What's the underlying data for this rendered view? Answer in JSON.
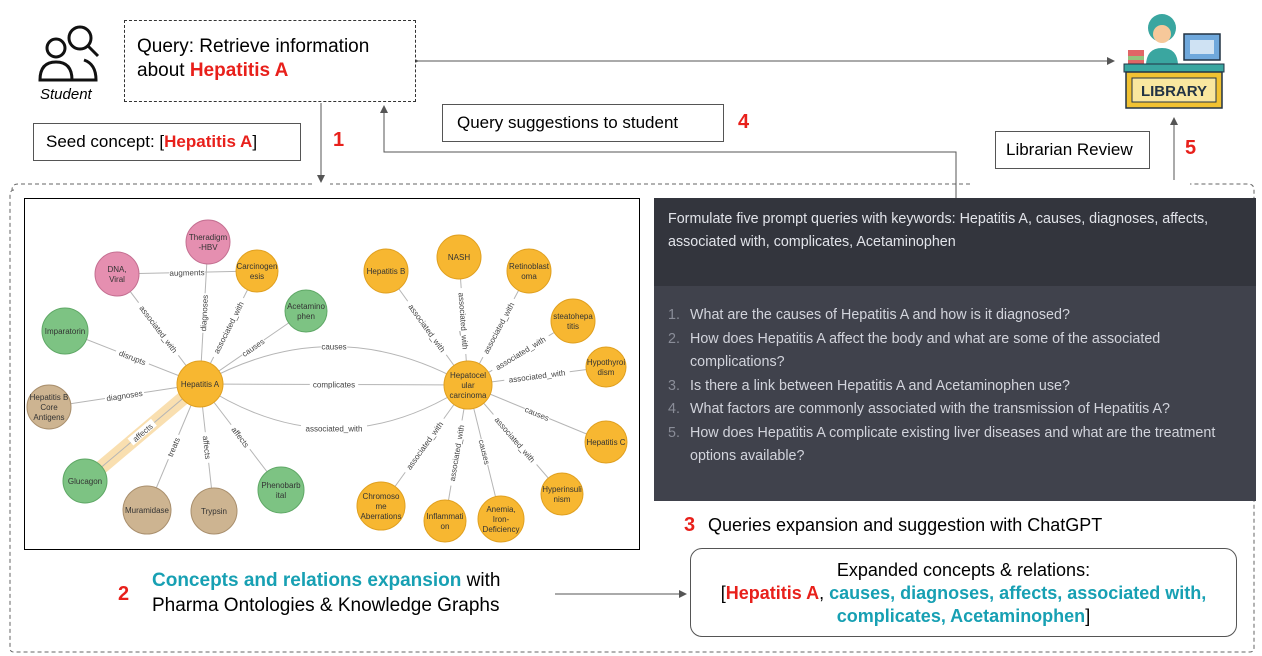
{
  "student": {
    "label": "Student",
    "query_prefix": "Query: Retrieve information about ",
    "query_term": "Hepatitis A"
  },
  "seed": {
    "prefix": "Seed concept: [",
    "term": "Hepatitis A",
    "suffix": "]"
  },
  "steps": {
    "s1": "1",
    "s2": "2",
    "s3": "3",
    "s4": "4",
    "s5": "5"
  },
  "query_suggestions": "Query suggestions to student",
  "librarian_review": "Librarian Review",
  "library_sign": "LIBRARY",
  "step2": {
    "highlight": "Concepts and relations expansion",
    "rest_line1": " with",
    "line2": "Pharma Ontologies & Knowledge Graphs"
  },
  "step3_caption": "Queries expansion and suggestion with ChatGPT",
  "expanded": {
    "title": "Expanded concepts & relations:",
    "open": "[",
    "term": "Hepatitis A",
    "sep": ", ",
    "list1": "causes, diagnoses, affects, associated with,",
    "list2": "complicates, Acetaminophen",
    "close": "]"
  },
  "chat": {
    "prompt": "Formulate five prompt queries with keywords: Hepatitis A, causes, diagnoses, affects, associated with, complicates, Acetaminophen",
    "answers": [
      {
        "n": "1.",
        "text": "What are the causes of Hepatitis A and how is it diagnosed?"
      },
      {
        "n": "2.",
        "text": "How does Hepatitis A affect the body and what are some of the associated complications?"
      },
      {
        "n": "3.",
        "text": "Is there a link between Hepatitis A and Acetaminophen use?"
      },
      {
        "n": "4.",
        "text": "What factors are commonly associated with the transmission of Hepatitis A?"
      },
      {
        "n": "5.",
        "text": "How does Hepatitis A complicate existing liver diseases and what are the treatment options available?"
      }
    ]
  },
  "graph": {
    "colors": {
      "orange": "#f7b731",
      "green": "#7dc383",
      "pink": "#e58fb0",
      "tan": "#cdb491"
    },
    "nodes": [
      {
        "id": "theradigm",
        "l1": "Theradigm",
        "l2": "-HBV",
        "color": "pink"
      },
      {
        "id": "dna",
        "l1": "DNA,",
        "l2": "Viral",
        "color": "pink"
      },
      {
        "id": "carcino",
        "l1": "Carcinogen",
        "l2": "esis",
        "color": "orange"
      },
      {
        "id": "acetamino",
        "l1": "Acetamino",
        "l2": "phen",
        "color": "green"
      },
      {
        "id": "imparatorin",
        "l1": "Imparatorin",
        "l2": "",
        "color": "green"
      },
      {
        "id": "hepA",
        "l1": "Hepatitis A",
        "l2": "",
        "color": "orange"
      },
      {
        "id": "hbcore",
        "l1": "Hepatitis B",
        "l2": "Core",
        "l3": "Antigens",
        "color": "tan"
      },
      {
        "id": "glucagon",
        "l1": "Glucagon",
        "l2": "",
        "color": "green"
      },
      {
        "id": "muramidase",
        "l1": "Muramidase",
        "l2": "",
        "color": "tan"
      },
      {
        "id": "trypsin",
        "l1": "Trypsin",
        "l2": "",
        "color": "tan"
      },
      {
        "id": "phenobarb",
        "l1": "Phenobarb",
        "l2": "ital",
        "color": "green"
      },
      {
        "id": "hepB",
        "l1": "Hepatitis B",
        "l2": "",
        "color": "orange"
      },
      {
        "id": "nash",
        "l1": "NASH",
        "l2": "",
        "color": "orange"
      },
      {
        "id": "retino",
        "l1": "Retinoblast",
        "l2": "oma",
        "color": "orange"
      },
      {
        "id": "steato",
        "l1": "steatohepa",
        "l2": "titis",
        "color": "orange"
      },
      {
        "id": "hypothy",
        "l1": "Hypothyroi",
        "l2": "dism",
        "color": "orange"
      },
      {
        "id": "hcc",
        "l1": "Hepatocel",
        "l2": "ular",
        "l3": "carcinoma",
        "color": "orange"
      },
      {
        "id": "hepC",
        "l1": "Hepatitis C",
        "l2": "",
        "color": "orange"
      },
      {
        "id": "hyperins",
        "l1": "Hyperinsuli",
        "l2": "nism",
        "color": "orange"
      },
      {
        "id": "anemia",
        "l1": "Anemia,",
        "l2": "Iron-",
        "l3": "Deficiency",
        "color": "orange"
      },
      {
        "id": "inflam",
        "l1": "Inflammati",
        "l2": "on",
        "color": "orange"
      },
      {
        "id": "chromo",
        "l1": "Chromoso",
        "l2": "me",
        "l3": "Aberrations",
        "color": "orange"
      }
    ],
    "edges": [
      {
        "from": "dna",
        "to": "carcino",
        "label": "augments"
      },
      {
        "from": "theradigm",
        "to": "hepA",
        "label": "diagnoses"
      },
      {
        "from": "carcino",
        "to": "hepA",
        "label": "associated_with"
      },
      {
        "from": "dna",
        "to": "hepA",
        "label": "associated_with"
      },
      {
        "from": "acetamino",
        "to": "hepA",
        "label": "causes"
      },
      {
        "from": "imparatorin",
        "to": "hepA",
        "label": "disrupts"
      },
      {
        "from": "hbcore",
        "to": "hepA",
        "label": "diagnoses"
      },
      {
        "from": "glucagon",
        "to": "hepA",
        "label": "affects"
      },
      {
        "from": "muramidase",
        "to": "hepA",
        "label": "treats"
      },
      {
        "from": "trypsin",
        "to": "hepA",
        "label": "affects"
      },
      {
        "from": "phenobarb",
        "to": "hepA",
        "label": "affects"
      },
      {
        "from": "hcc",
        "to": "hepA",
        "label": "causes"
      },
      {
        "from": "hcc",
        "to": "hepA",
        "label": "complicates"
      },
      {
        "from": "hcc",
        "to": "hepA",
        "label": "associated_with"
      },
      {
        "from": "hepB",
        "to": "hcc",
        "label": "associated_with"
      },
      {
        "from": "nash",
        "to": "hcc",
        "label": "associated_with"
      },
      {
        "from": "retino",
        "to": "hcc",
        "label": "associated_with"
      },
      {
        "from": "steato",
        "to": "hcc",
        "label": "associated_with"
      },
      {
        "from": "hypothy",
        "to": "hcc",
        "label": "associated_with"
      },
      {
        "from": "hepC",
        "to": "hcc",
        "label": "causes"
      },
      {
        "from": "hyperins",
        "to": "hcc",
        "label": "associated_with"
      },
      {
        "from": "anemia",
        "to": "hcc",
        "label": "causes"
      },
      {
        "from": "inflam",
        "to": "hcc",
        "label": "associated_with"
      },
      {
        "from": "chromo",
        "to": "hcc",
        "label": "associated_with"
      }
    ]
  }
}
